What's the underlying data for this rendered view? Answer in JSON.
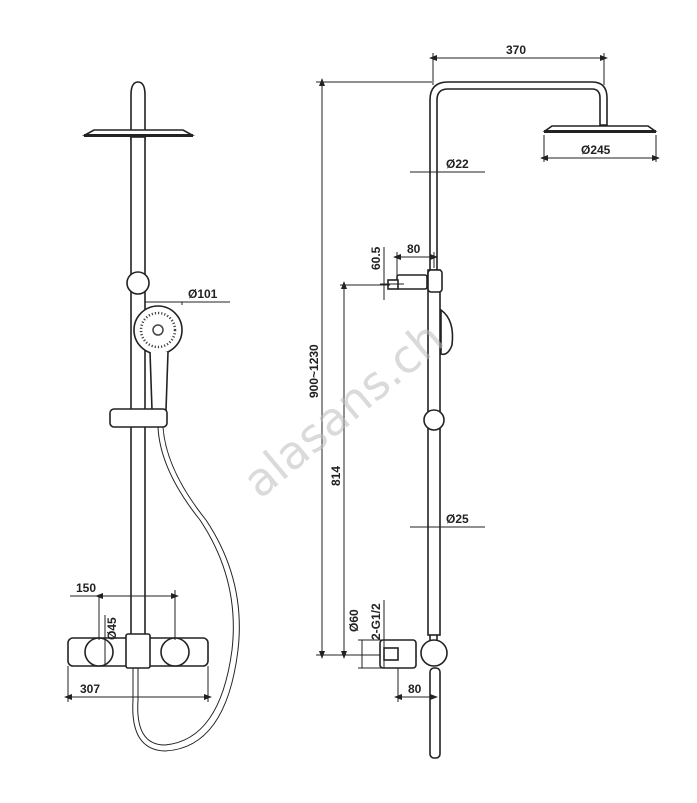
{
  "watermark": "alasans.ch",
  "dimensions": {
    "width_top": "370",
    "head_diameter": "Ø245",
    "rail_top_diameter": "Ø22",
    "bracket_width": "80",
    "bracket_height": "60.5",
    "height_range": "900~1230",
    "handshower_diameter": "Ø101",
    "bracket_to_outlet": "814",
    "rail_bottom_diameter": "Ø25",
    "valve_spacing": "150",
    "valve_diameter": "Ø45",
    "valve_length": "307",
    "outlet_diameter": "Ø60",
    "connection": "2-G1/2",
    "outlet_depth": "80"
  }
}
